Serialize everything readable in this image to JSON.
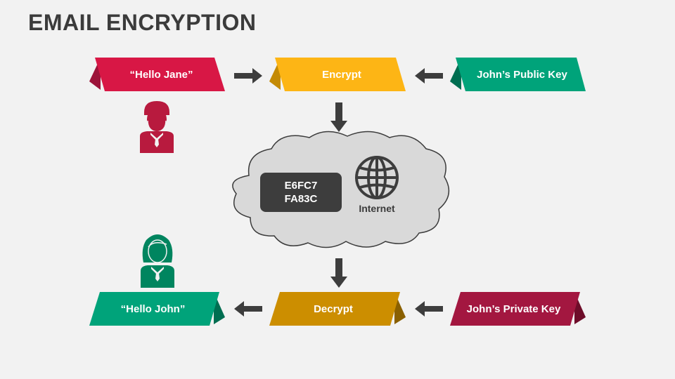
{
  "title": "EMAIL ENCRYPTION",
  "nodes": {
    "hello_jane": "“Hello Jane”",
    "encrypt": "Encrypt",
    "public_key": "John’s Public Key",
    "hello_john": "“Hello John”",
    "decrypt": "Decrypt",
    "private_key": "John’s Private Key"
  },
  "cloud": {
    "code_line1": "E6FC7",
    "code_line2": "FA83C",
    "internet": "Internet"
  },
  "colors": {
    "red": "#d81745",
    "red_dark": "#9c1339",
    "yellow": "#fdb515",
    "yellow_dark": "#c48a04",
    "green": "#00a37a",
    "green_dark": "#006e51",
    "gold": "#cc8e00",
    "gold_dark": "#8a6000",
    "crimson": "#a31740",
    "crimson_dark": "#6e0d2a",
    "arrow": "#3d3d3d",
    "male_icon": "#b81a3e",
    "female_icon": "#00855f",
    "cloud_fill": "#d9d9d9",
    "cloud_stroke": "#3b3b3b"
  },
  "icons": {
    "sender": "male-user-icon",
    "receiver": "female-user-icon",
    "globe": "globe-icon"
  }
}
